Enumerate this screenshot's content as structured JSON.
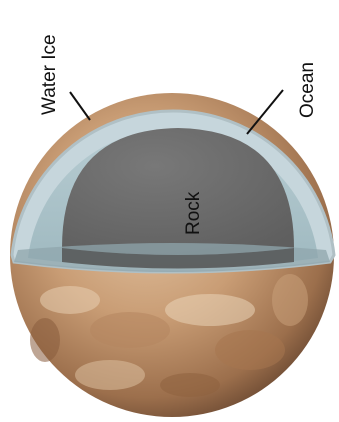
{
  "labels": {
    "water_ice": "Water Ice",
    "ocean": "Ocean",
    "rock": "Rock"
  },
  "colors": {
    "surface_light": "#d7b38f",
    "surface_mid": "#b98a63",
    "surface_dark": "#6f4b33",
    "ice": "#c9d9df",
    "ice_edge": "#aebcc0",
    "ocean": "#a9c4cb",
    "ocean_floor": "#8fa7ad",
    "rock": "#6e6e6e",
    "rock_dark": "#5a5a5a",
    "label_text": "#111111"
  }
}
